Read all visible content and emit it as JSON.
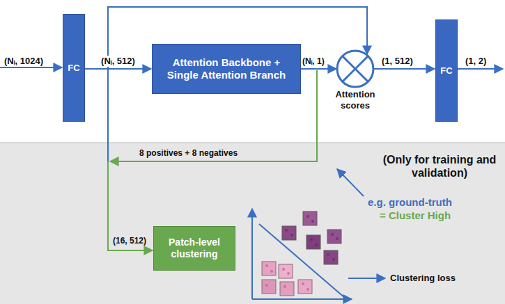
{
  "diagram": {
    "nodes": [
      {
        "text": [
          "FC"
        ]
      },
      {
        "text": [
          "Attention Backbone + Single Attention Branch"
        ]
      },
      {
        "text": [
          "FC"
        ]
      },
      {
        "text": [
          "Patch-level clustering"
        ]
      }
    ],
    "edges": [
      {
        "from": 0,
        "to": 1,
        "arrow": "to",
        "label": "(Nᵢ, 512)"
      }
    ],
    "labels": [
      "(Nᵢ, 1024)",
      "(Nᵢ, 1)",
      "Attention scores",
      "(1, 512)",
      "(1, 2)",
      "8 positives + 8 negatives",
      "(Only for training and validation)",
      "e.g. ground-truth",
      "= Cluster High",
      "(16, 512)",
      "Clustering loss"
    ]
  }
}
